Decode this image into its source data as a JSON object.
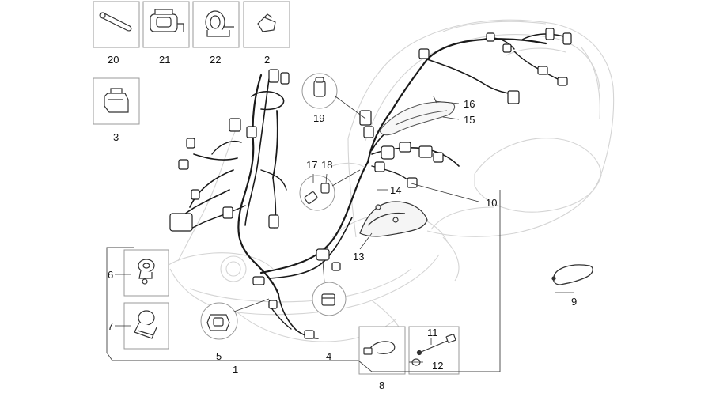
{
  "labels": {
    "l20": "20",
    "l21": "21",
    "l22": "22",
    "l2": "2",
    "l3": "3",
    "l19": "19",
    "l16": "16",
    "l15": "15",
    "l17": "17",
    "l18": "18",
    "l14": "14",
    "l10": "10",
    "l13": "13",
    "l6": "6",
    "l7": "7",
    "l5": "5",
    "l4": "4",
    "l1": "1",
    "l8": "8",
    "l11": "11",
    "l12": "12",
    "l9": "9"
  }
}
